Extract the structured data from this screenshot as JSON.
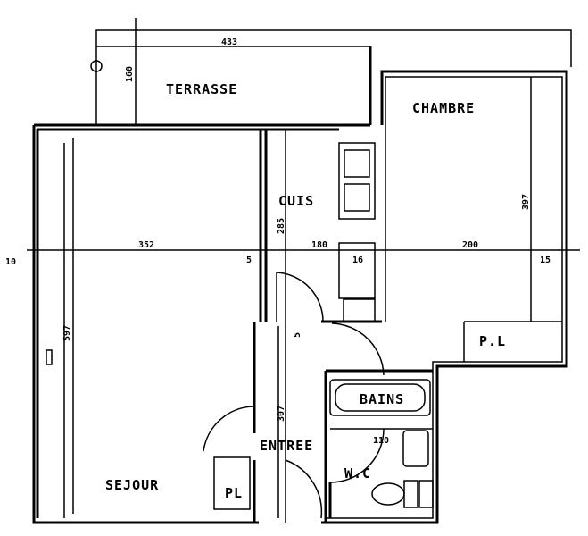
{
  "rooms": {
    "terrasse": "TERRASSE",
    "chambre": "CHAMBRE",
    "cuisine": "CUIS",
    "sejour": "SEJOUR",
    "entree": "ENTREE",
    "bains": "BAINS",
    "wc": "W.C",
    "placard_chambre": "P.L",
    "placard_sejour": "PL"
  },
  "dimensions": {
    "terrasse_width": "433",
    "terrasse_depth": "160",
    "chambre_height": "397",
    "sejour_width": "352",
    "cuisine_depth": "285",
    "cuisine_width": "180",
    "chambre_width": "200",
    "wall_left": "10",
    "wall_sejour": "5",
    "wall_cuisine": "16",
    "wall_right": "15",
    "sejour_height": "597",
    "entree_height": "307",
    "wall_entree": "5",
    "wc_width": "110"
  }
}
